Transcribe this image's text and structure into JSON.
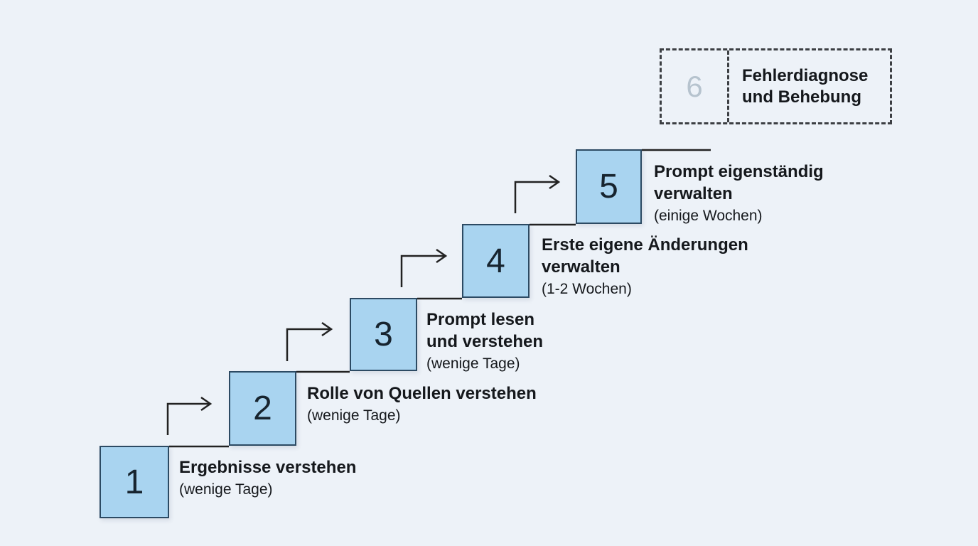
{
  "diagram": {
    "background_color": "#edf2f8",
    "box_fill_color": "#a9d4f0",
    "box_border_color": "#2c4a63",
    "line_color": "#222222",
    "future_number_color": "#b6c3ce"
  },
  "steps": [
    {
      "number": "1",
      "title": "Ergebnisse verstehen",
      "duration": "(wenige Tage)"
    },
    {
      "number": "2",
      "title": "Rolle von Quellen verstehen",
      "duration": "(wenige Tage)"
    },
    {
      "number": "3",
      "title": "Prompt lesen\nund verstehen",
      "duration": "(wenige Tage)"
    },
    {
      "number": "4",
      "title": "Erste eigene Änderungen\nverwalten",
      "duration": "(1-2 Wochen)"
    },
    {
      "number": "5",
      "title": "Prompt eigenständig\nverwalten",
      "duration": "(einige Wochen)"
    }
  ],
  "future_step": {
    "number": "6",
    "title": "Fehlerdiagnose\nund Behebung"
  }
}
